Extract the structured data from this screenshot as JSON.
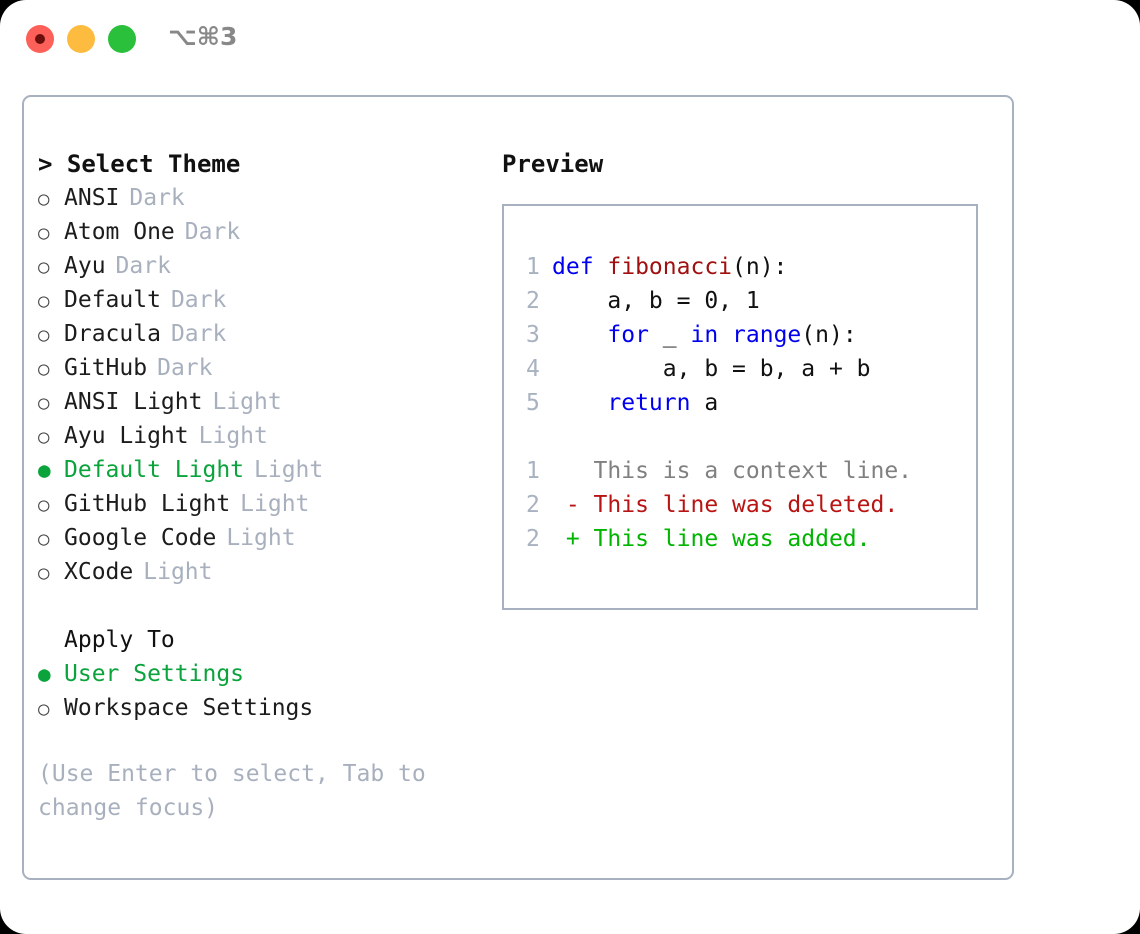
{
  "window": {
    "shortcut_label": "⌥⌘3",
    "traffic_lights": [
      {
        "name": "close",
        "color": "#fc6058"
      },
      {
        "name": "minimize",
        "color": "#fdbc40"
      },
      {
        "name": "maximize",
        "color": "#2ac03b"
      }
    ]
  },
  "theme_picker": {
    "heading": "> Select Theme",
    "items": [
      {
        "marker": "○",
        "label": "ANSI",
        "tag": "Dark",
        "selected": false
      },
      {
        "marker": "○",
        "label": "Atom One",
        "tag": "Dark",
        "selected": false
      },
      {
        "marker": "○",
        "label": "Ayu",
        "tag": "Dark",
        "selected": false
      },
      {
        "marker": "○",
        "label": "Default",
        "tag": "Dark",
        "selected": false
      },
      {
        "marker": "○",
        "label": "Dracula",
        "tag": "Dark",
        "selected": false
      },
      {
        "marker": "○",
        "label": "GitHub",
        "tag": "Dark",
        "selected": false
      },
      {
        "marker": "○",
        "label": "ANSI Light",
        "tag": "Light",
        "selected": false
      },
      {
        "marker": "○",
        "label": "Ayu Light",
        "tag": "Light",
        "selected": false
      },
      {
        "marker": "●",
        "label": "Default Light",
        "tag": "Light",
        "selected": true
      },
      {
        "marker": "○",
        "label": "GitHub Light",
        "tag": "Light",
        "selected": false
      },
      {
        "marker": "○",
        "label": "Google Code",
        "tag": "Light",
        "selected": false
      },
      {
        "marker": "○",
        "label": "XCode",
        "tag": "Light",
        "selected": false
      }
    ]
  },
  "apply_to": {
    "heading": "Apply To",
    "items": [
      {
        "marker": "●",
        "label": "User Settings",
        "selected": true
      },
      {
        "marker": "○",
        "label": "Workspace Settings",
        "selected": false
      }
    ]
  },
  "hint": "(Use Enter to select, Tab to change focus)",
  "preview": {
    "heading": "Preview",
    "code_lines": [
      {
        "no": "1",
        "tokens": [
          {
            "text": "def ",
            "kind": "kw"
          },
          {
            "text": "fibonacci",
            "kind": "fn"
          },
          {
            "text": "(n):",
            "kind": "plain"
          }
        ]
      },
      {
        "no": "2",
        "tokens": [
          {
            "text": "    a, b = 0, 1",
            "kind": "plain"
          }
        ]
      },
      {
        "no": "3",
        "tokens": [
          {
            "text": "    ",
            "kind": "plain"
          },
          {
            "text": "for",
            "kind": "kw"
          },
          {
            "text": " _ ",
            "kind": "plain"
          },
          {
            "text": "in",
            "kind": "kw"
          },
          {
            "text": " ",
            "kind": "plain"
          },
          {
            "text": "range",
            "kind": "kw"
          },
          {
            "text": "(n):",
            "kind": "plain"
          }
        ]
      },
      {
        "no": "4",
        "tokens": [
          {
            "text": "        a, b = b, a + b",
            "kind": "plain"
          }
        ]
      },
      {
        "no": "5",
        "tokens": [
          {
            "text": "    ",
            "kind": "plain"
          },
          {
            "text": "return",
            "kind": "kw"
          },
          {
            "text": " a",
            "kind": "plain"
          }
        ]
      }
    ],
    "diff_lines": [
      {
        "no": "1",
        "sign": " ",
        "text": " This is a context line.",
        "kind": "ctx"
      },
      {
        "no": "2",
        "sign": "-",
        "text": " This line was deleted.",
        "kind": "del"
      },
      {
        "no": "2",
        "sign": "+",
        "text": " This line was added.",
        "kind": "add"
      }
    ]
  },
  "colors": {
    "selected_green": "#0ba33c",
    "muted": "#a8b0be",
    "border": "#a7b1c0",
    "keyword_blue": "#0000ee",
    "function_red": "#a01010",
    "diff_add": "#00b400",
    "diff_del": "#b81414"
  }
}
